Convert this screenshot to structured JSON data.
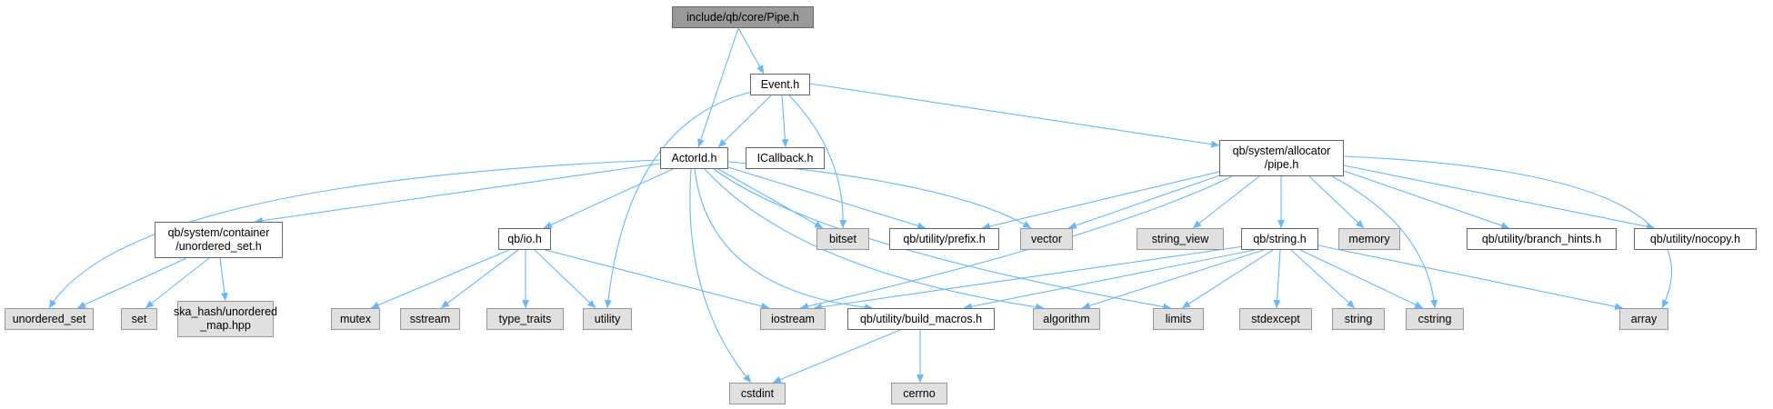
{
  "colors": {
    "edge": "#63b8ff",
    "root_fill": "#999999",
    "system_fill": "#e0e0e0",
    "local_fill": "#ffffff"
  },
  "nodes": {
    "pipe_h": "include/qb/core/Pipe.h",
    "event_h": "Event.h",
    "actorid_h": "ActorId.h",
    "icallback_h": "ICallback.h",
    "allocator_pipe_h": "qb/system/allocator\n/pipe.h",
    "unordered_set_h": "qb/system/container\n/unordered_set.h",
    "io_h": "qb/io.h",
    "bitset": "bitset",
    "prefix_h": "qb/utility/prefix.h",
    "vector": "vector",
    "string_view": "string_view",
    "string_h": "qb/string.h",
    "memory": "memory",
    "branch_hints_h": "qb/utility/branch_hints.h",
    "nocopy_h": "qb/utility/nocopy.h",
    "unordered_set": "unordered_set",
    "set": "set",
    "ska_hash": "ska_hash/unordered\n_map.hpp",
    "mutex": "mutex",
    "sstream": "sstream",
    "type_traits": "type_traits",
    "utility": "utility",
    "iostream": "iostream",
    "build_macros_h": "qb/utility/build_macros.h",
    "algorithm": "algorithm",
    "limits": "limits",
    "stdexcept": "stdexcept",
    "string": "string",
    "cstring": "cstring",
    "array": "array",
    "cstdint": "cstdint",
    "cerrno": "cerrno"
  }
}
